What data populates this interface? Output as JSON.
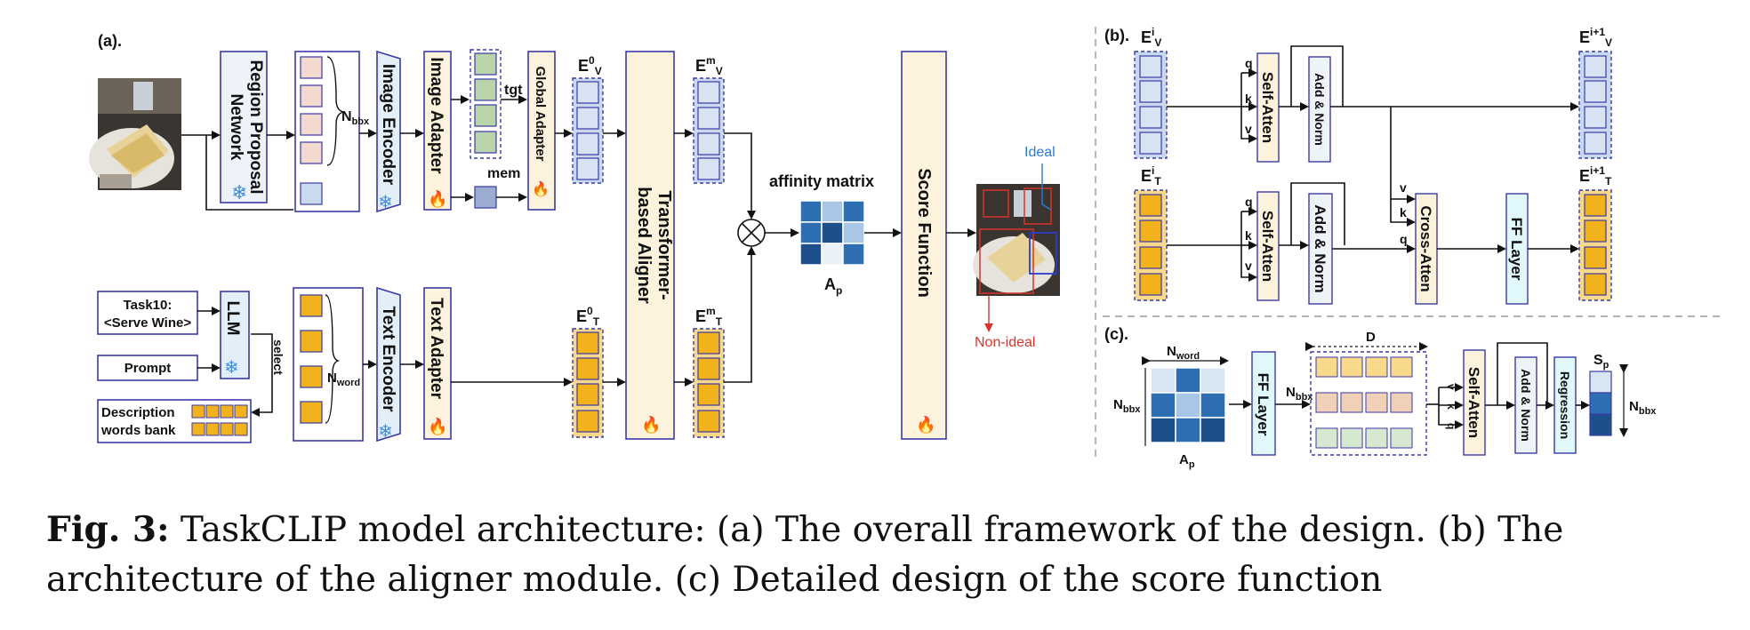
{
  "colors": {
    "box_border": "#3a3aa8",
    "adapter_fill": "#fdf3dc",
    "encoder_fill": "#dbeaf7",
    "token_blue": "#c9d9ee",
    "token_yellow": "#f2b21b",
    "token_green": "#b8d4a8",
    "token_pink": "#f1d9cf",
    "cross_fill": "#fdf3dc",
    "ff_fill": "#e0f7fb",
    "ideal": "#2b7bd6",
    "nonideal": "#d8342b",
    "matrix_dark": "#2e6fb3",
    "matrix_light": "#d8e6f4"
  },
  "panel_a": {
    "tag": "(a).",
    "rpn": [
      "Region Proposal",
      "Network"
    ],
    "n_bbx": "N",
    "n_bbx_sub": "bbx",
    "image_encoder": "Image Encoder",
    "image_adapter": "Image Adapter",
    "tgt": "tgt",
    "mem": "mem",
    "global_adapter": "Global Adapter",
    "e0v": "E",
    "e0v_sup": "0",
    "e0v_sub": "V",
    "aligner": [
      "Transformer-",
      "based Aligner"
    ],
    "emv": "E",
    "emv_sup": "m",
    "emv_sub": "V",
    "affinity": "affinity matrix",
    "ap": "A",
    "ap_sub": "p",
    "score_function": "Score Function",
    "ideal": "Ideal",
    "nonideal": "Non-ideal",
    "task": [
      "Task10:",
      "<Serve Wine>"
    ],
    "llm": "LLM",
    "prompt": "Prompt",
    "select": "select",
    "desc_bank": [
      "Description",
      "words bank"
    ],
    "n_word": "N",
    "n_word_sub": "word",
    "text_encoder": "Text Encoder",
    "text_adapter": "Text Adapter",
    "e0t": "E",
    "e0t_sup": "0",
    "e0t_sub": "T",
    "emt": "E",
    "emt_sup": "m",
    "emt_sub": "T"
  },
  "panel_b": {
    "tag": "(b).",
    "eiv": "E",
    "eiv_sup": "i",
    "eiv_sub": "V",
    "eit": "E",
    "eit_sup": "i",
    "eit_sub": "T",
    "self_atten": "Self-Atten",
    "add_norm": "Add & Norm",
    "cross_atten": "Cross-Atten",
    "ff_layer": "FF Layer",
    "q": "q",
    "k": "k",
    "v": "v",
    "ei1v": "E",
    "ei1v_sup": "i+1",
    "ei1v_sub": "V",
    "ei1t": "E",
    "ei1t_sup": "i+1",
    "ei1t_sub": "T"
  },
  "panel_c": {
    "tag": "(c).",
    "n_word": "N",
    "n_word_sub": "word",
    "n_bbx": "N",
    "n_bbx_sub": "bbx",
    "ap": "A",
    "ap_sub": "p",
    "ff_layer": "FF Layer",
    "d": "D",
    "self_atten": "Self-Atten",
    "add_norm": "Add & Norm",
    "regression": "Regression",
    "sp": "S",
    "sp_sub": "p",
    "v": "v",
    "k": "k",
    "q": "q"
  },
  "caption": {
    "fig": "Fig. 3:",
    "text": "TaskCLIP model architecture: (a) The overall framework of the design. (b) The architecture of the aligner module. (c) Detailed design of the score function"
  }
}
